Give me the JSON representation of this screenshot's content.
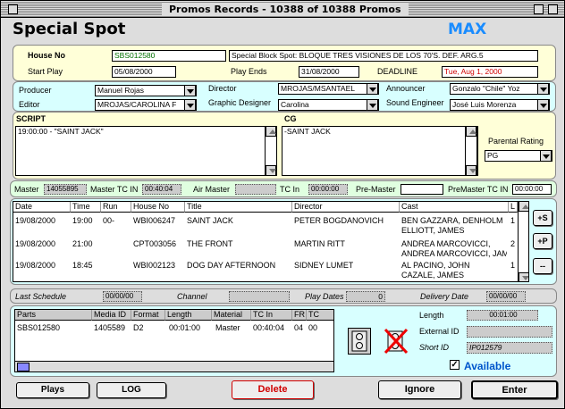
{
  "window": {
    "title": "Promos Records - 10388 of 10388 Promos"
  },
  "header": {
    "title": "Special Spot",
    "badge": "MAX",
    "badge_color": "#1a8cff"
  },
  "spot": {
    "house_no_label": "House No",
    "house_no": "SBS012580",
    "description": "Special Block Spot: BLOQUE TRES VISIONES DE LOS 70'S. DEF. ARG.5",
    "start_play_label": "Start Play",
    "start_play": "05/08/2000",
    "play_ends_label": "Play Ends",
    "play_ends": "31/08/2000",
    "deadline_label": "DEADLINE",
    "deadline": "Tue, Aug 1, 2000"
  },
  "credits": {
    "producer_label": "Producer",
    "producer": "Manuel Rojas",
    "director_label": "Director",
    "director": "MROJAS/MSANTAEL",
    "announcer_label": "Announcer",
    "announcer": "Gonzalo \"Chile\" Yoz",
    "editor_label": "Editor",
    "editor": "MROJAS/CAROLINA F",
    "designer_label": "Graphic Designer",
    "designer": "Carolina",
    "sound_label": "Sound Engineer",
    "sound": "José Luis Morenza"
  },
  "script": {
    "label": "SCRIPT",
    "text": "19:00:00 - \"SAINT JACK\""
  },
  "cg": {
    "label": "CG",
    "text": "-SAINT JACK"
  },
  "parental": {
    "label": "Parental Rating",
    "value": "PG"
  },
  "master": {
    "master_label": "Master",
    "master": "14055895",
    "master_tc_label": "Master TC IN",
    "master_tc": "00:40:04",
    "air_master_label": "Air Master",
    "air_master": "",
    "tc_in_label": "TC In",
    "tc_in": "00:00:00",
    "pre_master_label": "Pre-Master",
    "pre_master": "",
    "pre_master_tc_label": "PreMaster TC IN",
    "pre_master_tc": "00:00:00"
  },
  "schedule": {
    "columns": [
      "Date",
      "Time",
      "Run",
      "House No",
      "Title",
      "Director",
      "Cast",
      "L"
    ],
    "rows": [
      {
        "date": "19/08/2000",
        "time": "19:00",
        "run": "00-",
        "house": "WBI006247",
        "title": "SAINT JACK",
        "director": "PETER BOGDANOVICH",
        "cast1": "BEN GAZZARA, DENHOLM",
        "cast2": "ELLIOTT, JAMES",
        "l": "1"
      },
      {
        "date": "19/08/2000",
        "time": "21:00",
        "run": "",
        "house": "CPT003056",
        "title": "THE FRONT",
        "director": "MARTIN RITT",
        "cast1": "ANDREA MARCOVICCI,",
        "cast2": "ANDREA MARCOVICCI, JAMES",
        "l": "2"
      },
      {
        "date": "19/08/2000",
        "time": "18:45",
        "run": "",
        "house": "WBI002123",
        "title": "DOG DAY AFTERNOON",
        "director": "SIDNEY LUMET",
        "cast1": "AL PACINO, JOHN",
        "cast2": "CAZALE, JAMES",
        "l": "1"
      }
    ],
    "side_buttons": [
      "+S",
      "+P",
      "--"
    ]
  },
  "last_schedule": {
    "label": "Last Schedule",
    "value": "00/00/00",
    "channel_label": "Channel",
    "channel": "",
    "play_dates_label": "Play Dates",
    "play_dates": "0",
    "delivery_label": "Delivery Date",
    "delivery": "00/00/00"
  },
  "parts": {
    "columns": [
      "Parts",
      "Media ID",
      "Format",
      "Length",
      "Material",
      "TC In",
      "FR",
      "TC"
    ],
    "rows": [
      {
        "part": "SBS012580",
        "media": "1405589",
        "format": "D2",
        "length": "00:01:00",
        "material": "Master",
        "tcin": "00:40:04",
        "fr": "04",
        "tc": "00"
      }
    ]
  },
  "media_info": {
    "length_label": "Length",
    "length": "00:01:00",
    "external_label": "External ID",
    "external": "",
    "short_label": "Short ID",
    "short": "IP012579",
    "available_label": "Available",
    "available_checked": true
  },
  "buttons": {
    "plays": "Plays",
    "log": "LOG",
    "delete": "Delete",
    "ignore": "Ignore",
    "enter": "Enter"
  }
}
